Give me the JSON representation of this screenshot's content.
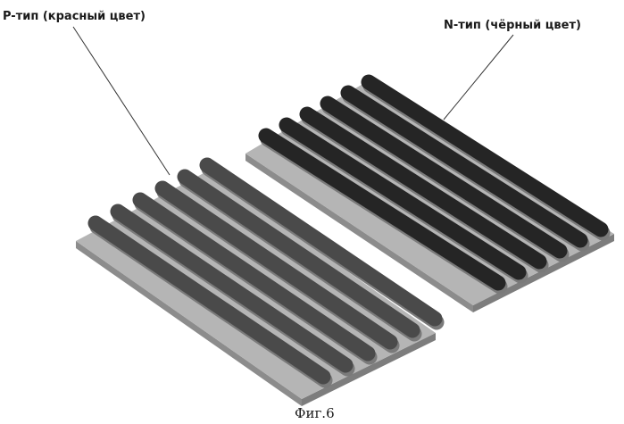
{
  "labels": {
    "p_type": "P-тип (красный цвет)",
    "n_type": "N-тип (чёрный цвет)"
  },
  "caption": "Фиг.6",
  "colors": {
    "p_rod": "#4a4a4a",
    "n_rod": "#252525",
    "substrate_top": "#b5b5b5",
    "substrate_side": "#8c8c8c",
    "leader": "#333333"
  },
  "p_panel": {
    "rod_count": 6
  },
  "n_panel": {
    "rod_count": 6
  }
}
